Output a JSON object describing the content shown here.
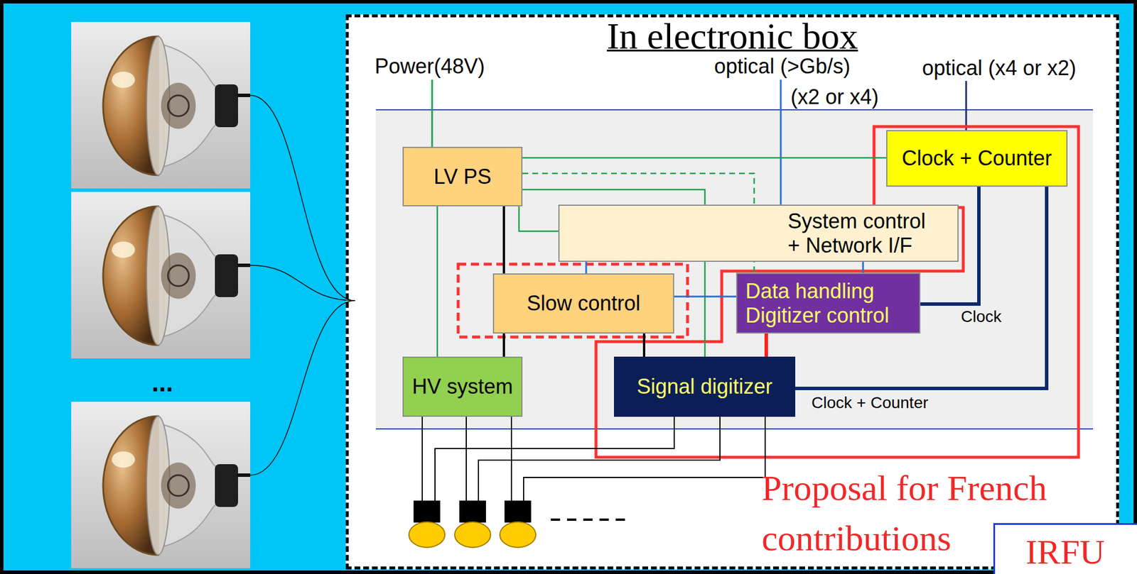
{
  "diagram": {
    "nodes": [
      {
        "text": [
          "In electronic box"
        ]
      },
      {
        "text": [
          "LV PS"
        ],
        "in": 0
      },
      {
        "text": [
          "Clock + Counter"
        ],
        "in": 0
      },
      {
        "text": [
          "System control + Network I/F"
        ],
        "in": 0
      },
      {
        "text": [
          "Slow control"
        ],
        "in": 0
      },
      {
        "text": [
          "Data handling Digitizer control"
        ],
        "in": 0
      },
      {
        "text": [
          "HV system"
        ],
        "in": 0
      },
      {
        "text": [
          "Signal digitizer"
        ],
        "in": 0
      },
      {
        "text": [
          "IRFU"
        ]
      }
    ],
    "edges": [
      {
        "from": 1,
        "to": 2,
        "arrow": "none"
      },
      {
        "from": 1,
        "to": 3,
        "arrow": "none"
      },
      {
        "from": 1,
        "to": 5,
        "arrow": "none"
      },
      {
        "from": 1,
        "to": 7,
        "arrow": "none"
      },
      {
        "from": 1,
        "to": 6,
        "arrow": "none"
      },
      {
        "from": 1,
        "to": 4,
        "arrow": "none"
      },
      {
        "from": 4,
        "to": 6,
        "arrow": "none"
      },
      {
        "from": 4,
        "to": 7,
        "arrow": "none"
      },
      {
        "from": 3,
        "to": 4,
        "arrow": "none"
      },
      {
        "from": 4,
        "to": 5,
        "arrow": "none"
      },
      {
        "from": 3,
        "to": 5,
        "arrow": "none"
      },
      {
        "from": 5,
        "to": 7,
        "arrow": "none"
      },
      {
        "from": 2,
        "to": 5,
        "label": "Clock",
        "arrow": "none"
      },
      {
        "from": 2,
        "to": 7,
        "label": "Clock + Counter",
        "arrow": "none"
      }
    ],
    "labels": [
      "Power(48V)",
      "optical (>Gb/s)",
      "(x2 or x4)",
      "optical (x4 or x2)",
      "...",
      "Proposal for French contributions"
    ]
  }
}
